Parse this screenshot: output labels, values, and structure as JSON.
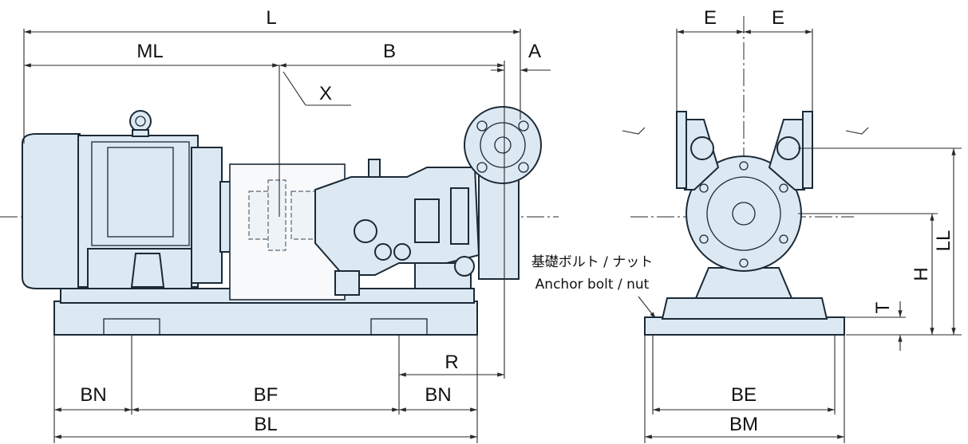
{
  "dimensions": {
    "L": "L",
    "ML": "ML",
    "B": "B",
    "A": "A",
    "X": "X",
    "E_left": "E",
    "E_right": "E",
    "LL": "LL",
    "H": "H",
    "T": "T",
    "R": "R",
    "BN_left": "BN",
    "BF": "BF",
    "BN_right": "BN",
    "BL": "BL",
    "BE": "BE",
    "BM": "BM"
  },
  "anchor_note": {
    "line1": "基礎ボルト / ナット",
    "line2": "Anchor bolt / nut"
  },
  "colors": {
    "body_fill": "#dce8f2",
    "outline": "#1b2a36"
  }
}
